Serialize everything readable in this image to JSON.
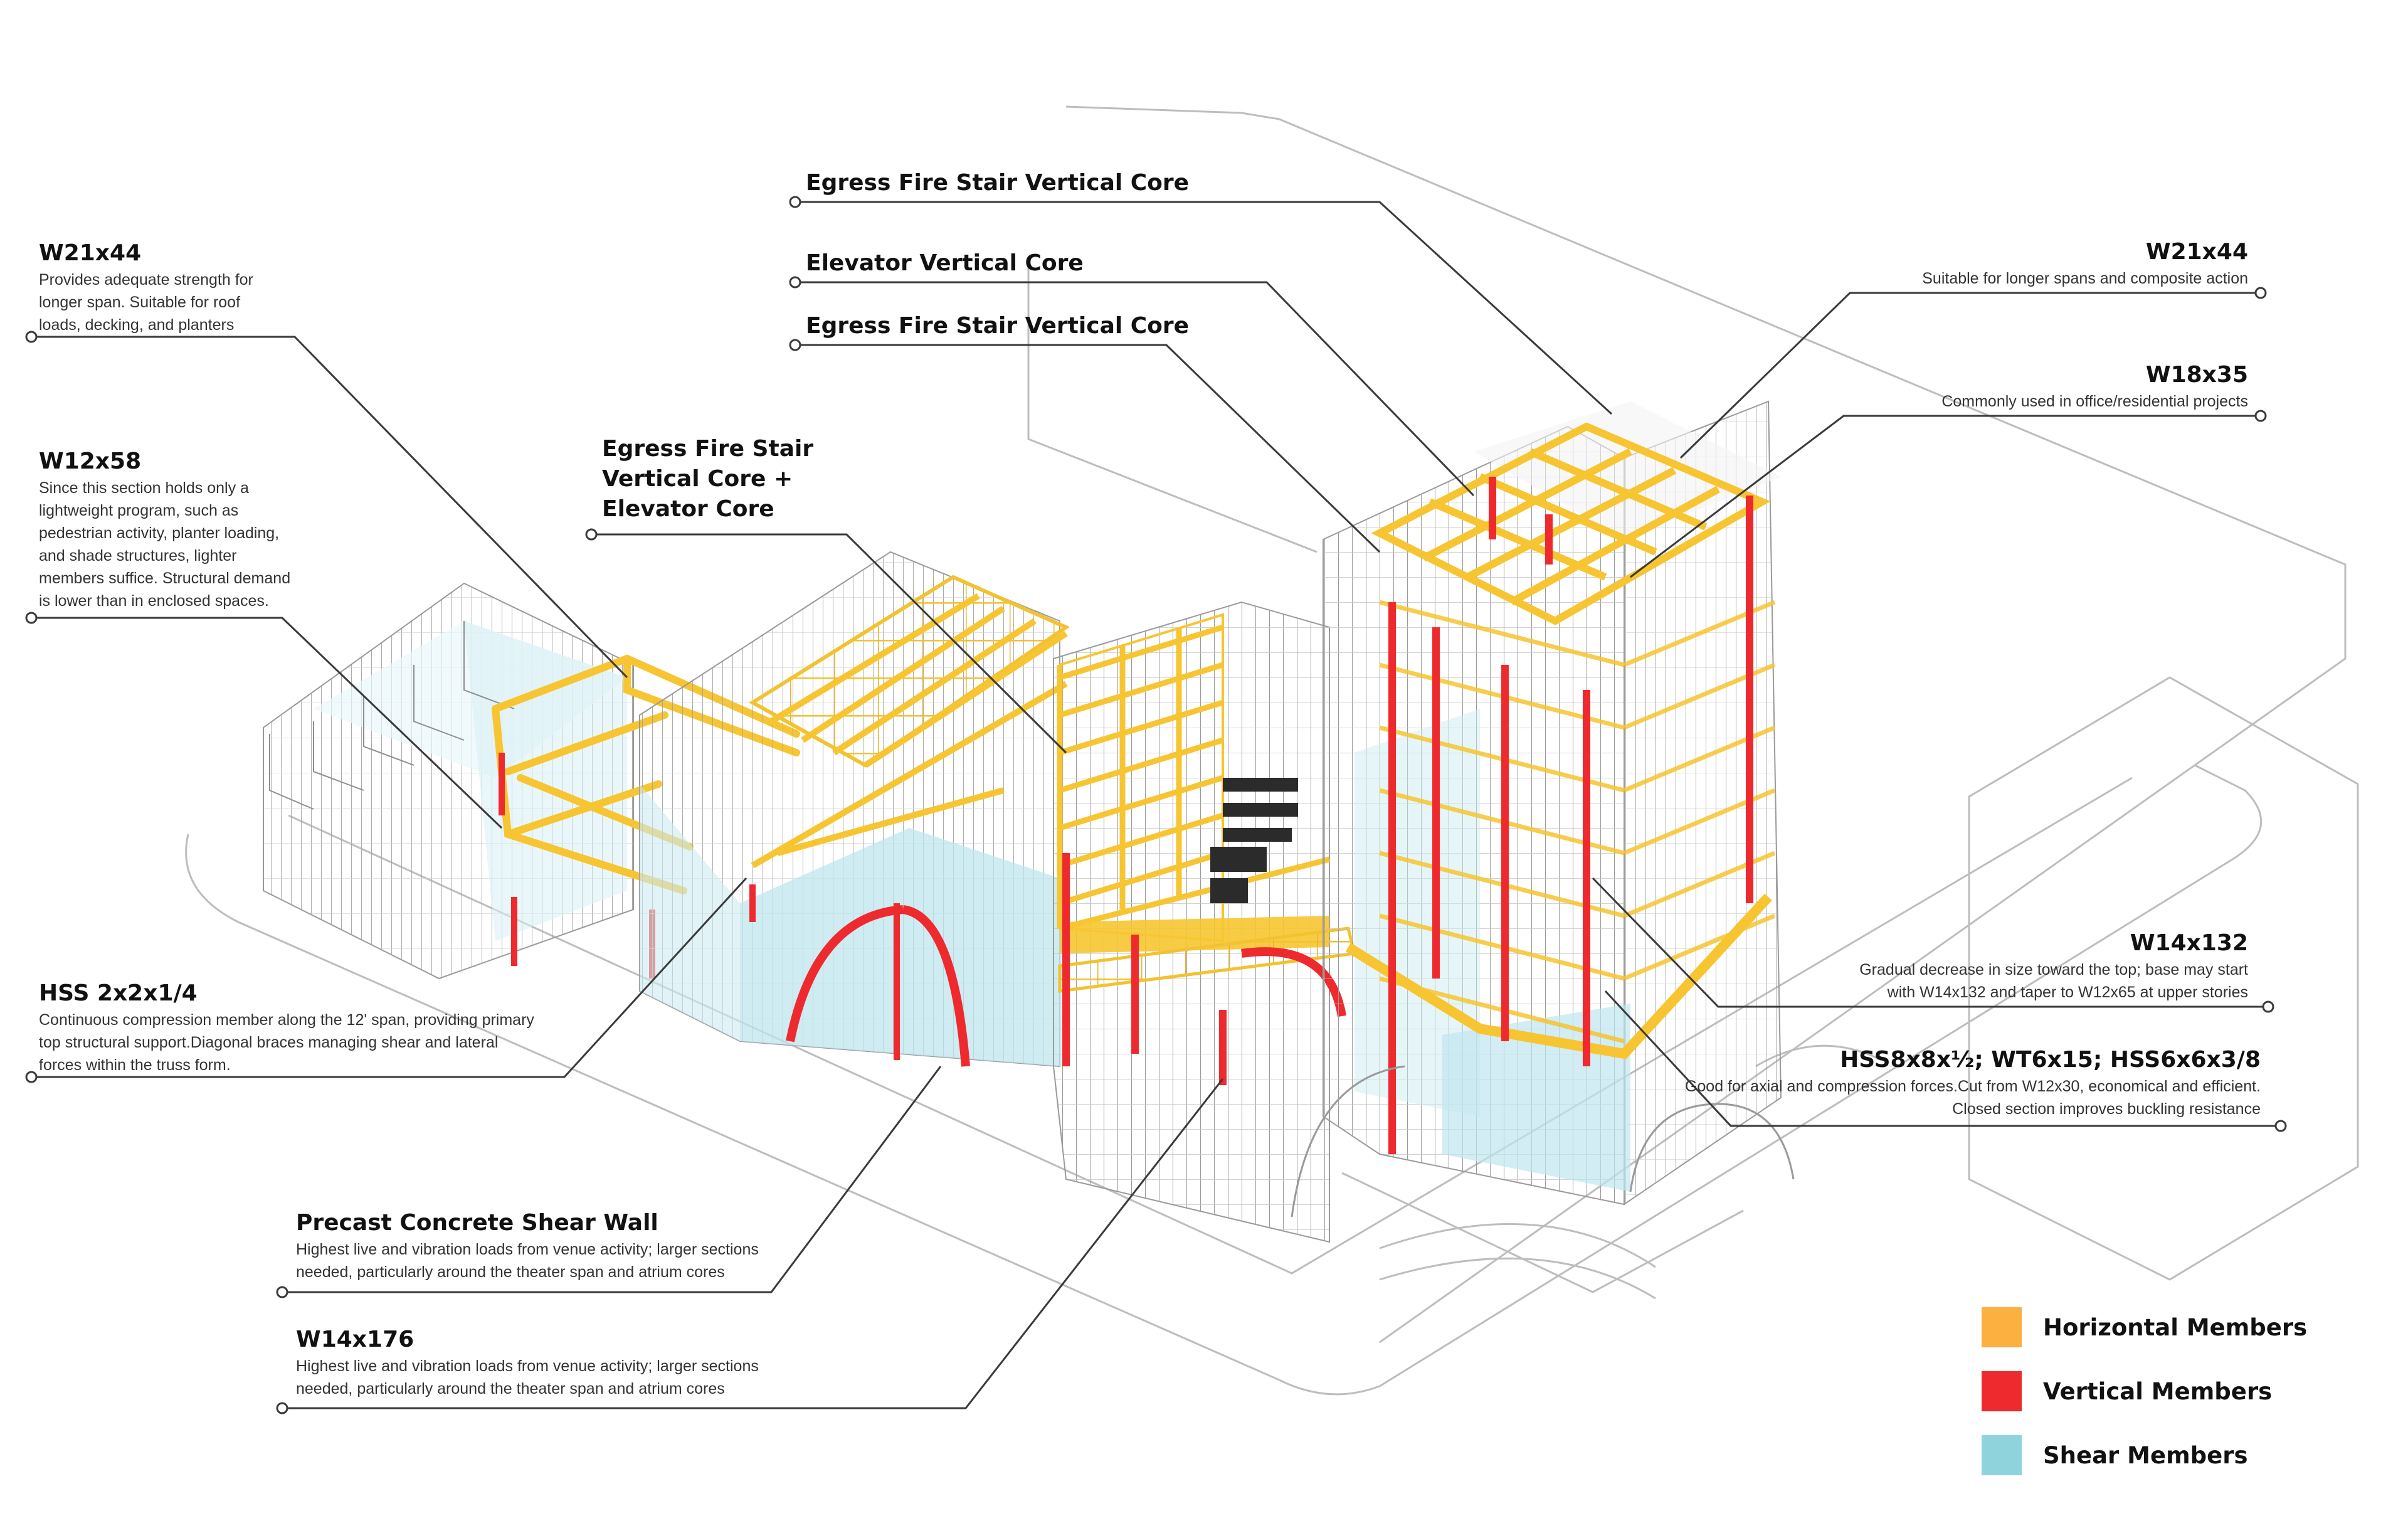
{
  "annotations": {
    "egress_top": {
      "title": "Egress Fire Stair Vertical Core"
    },
    "elevator": {
      "title": "Elevator Vertical Core"
    },
    "egress_mid": {
      "title": "Egress Fire Stair Vertical Core"
    },
    "egress_combo": {
      "title_lines": [
        "Egress Fire Stair",
        "Vertical Core +",
        "Elevator Core"
      ]
    },
    "w21x44_left": {
      "title": "W21x44",
      "desc": "Provides adequate strength for longer span. Suitable for roof loads, decking, and planters"
    },
    "w12x58": {
      "title": "W12x58",
      "desc": "Since this section holds only a lightweight program, such as pedestrian activity, planter loading, and shade structures, lighter members suffice. Structural demand is lower than in enclosed spaces."
    },
    "hss2x2": {
      "title": "HSS 2x2x1/4",
      "desc": "Continuous compression member along the  12' span, providing primary top structural support.Diagonal braces managing shear and lateral forces within the truss form."
    },
    "precast": {
      "title": "Precast Concrete Shear Wall",
      "desc": "Highest live and vibration loads from venue activity; larger sections needed, particularly around the theater span and atrium cores"
    },
    "w14x176": {
      "title": "W14x176",
      "desc": "Highest live and vibration loads from venue activity; larger sections needed, particularly around the theater span and atrium cores"
    },
    "w21x44_right": {
      "title": "W21x44",
      "desc": "Suitable for longer spans and composite action"
    },
    "w18x35": {
      "title": "W18x35",
      "desc": "Commonly used in office/residential projects"
    },
    "w14x132": {
      "title": "W14x132",
      "desc": "Gradual decrease in size toward the top; base may start with W14x132 and taper to W12x65 at upper stories"
    },
    "hss8x8": {
      "title": "HSS8x8x½; WT6x15; HSS6x6x3/8",
      "desc": "Good for axial and compression forces.Cut from W12x30, economical and efficient. Closed section improves buckling resistance"
    }
  },
  "legend": [
    {
      "label": "Horizontal Members",
      "color": "#FBB040"
    },
    {
      "label": "Vertical Members",
      "color": "#EE2A2E"
    },
    {
      "label": "Shear Members",
      "color": "#8FD3DD"
    }
  ],
  "colors": {
    "horizontal": "#F7C531",
    "vertical": "#EE2A2E",
    "shear": "#BFE6EE",
    "outline": "#A9A9A9",
    "leader": "#3A3A3A"
  }
}
